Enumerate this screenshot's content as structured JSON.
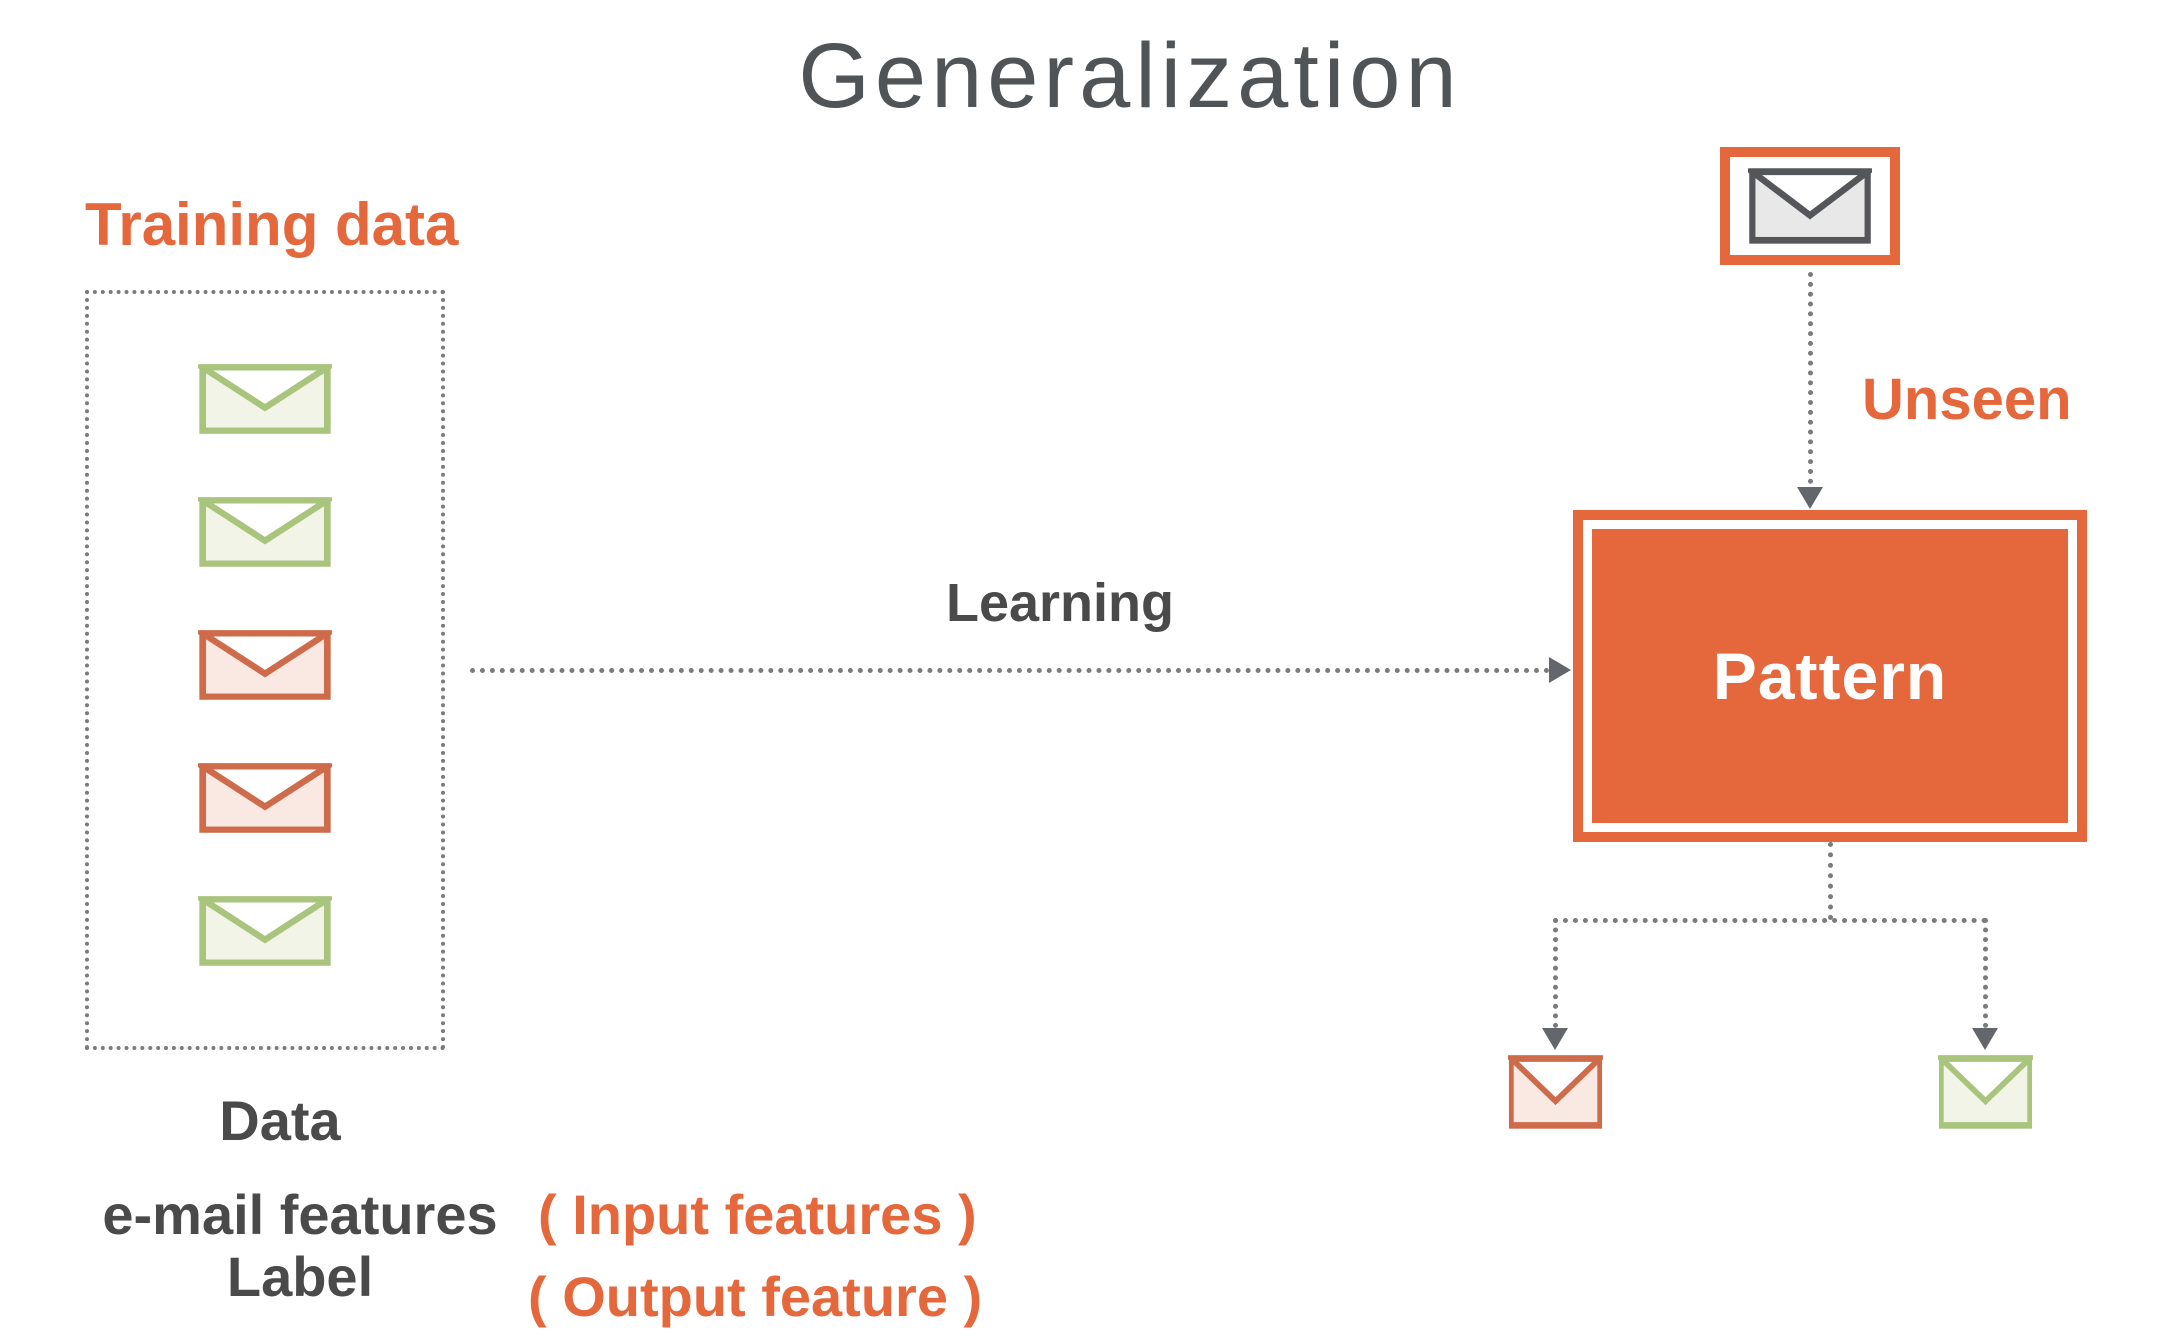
{
  "title": "Generalization",
  "colors": {
    "accent_orange": "#E5673C",
    "dotted_line_gray": "#7B7B7B",
    "arrowhead_gray": "#63666B",
    "text_dark_gray": "#4A4A4A",
    "title_gray": "#515457",
    "pattern_text": "#FFFFFF",
    "background": "#FFFFFF"
  },
  "envelope_colors": {
    "green": {
      "border": "#A9C47C",
      "fill": "#F1F4E6"
    },
    "orange": {
      "border": "#CE6B4B",
      "fill": "#F9E9E2"
    },
    "gray": {
      "border": "#55565A",
      "fill": "#E8E8E8"
    }
  },
  "training": {
    "label": "Training data",
    "envelopes": [
      "green",
      "green",
      "orange",
      "orange",
      "green"
    ]
  },
  "learning": {
    "label": "Learning"
  },
  "pattern": {
    "label": "Pattern"
  },
  "unseen": {
    "label": "Unseen",
    "envelope": "gray"
  },
  "outputs": {
    "left_envelope": "orange",
    "right_envelope": "green"
  },
  "legend": {
    "data": "Data",
    "email_features": "e-mail features",
    "label": "Label",
    "input_annotation": "( Input features )",
    "output_annotation": "( Output feature )"
  }
}
